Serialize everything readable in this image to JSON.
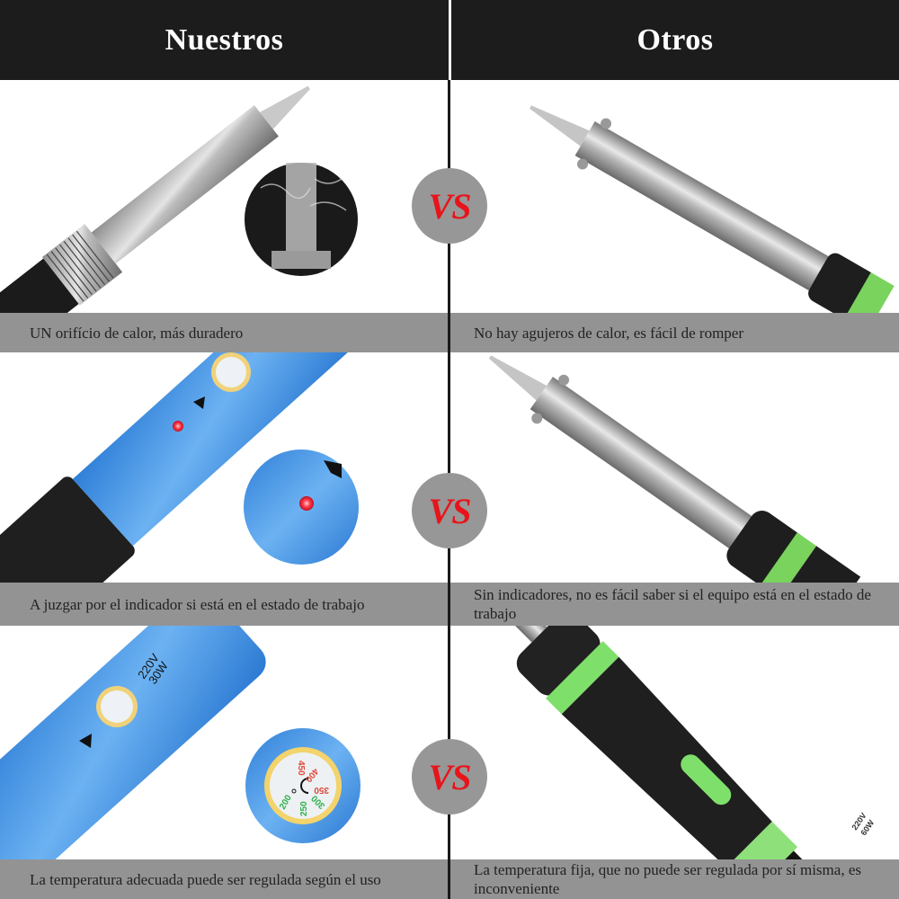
{
  "header": {
    "left_title": "Nuestros",
    "right_title": "Otros"
  },
  "vs_label": "VS",
  "colors": {
    "header_bg": "#1c1c1c",
    "caption_bg": "#939393",
    "vs_circle": "#979797",
    "vs_text": "#e8141a",
    "ours_handle_blue": "#3a8be0",
    "others_accent_green": "#7ee06a"
  },
  "rows": [
    {
      "ours_caption": "UN orifício de calor, más duradero",
      "others_caption": "No hay agujeros de calor, es fácil de romper"
    },
    {
      "ours_caption": "A juzgar por el indicador si está en el estado de trabajo",
      "others_caption": "Sin indicadores, no es fácil saber si el equipo está en el estado de trabajo"
    },
    {
      "ours_caption": "La temperatura adecuada puede ser regulada según el uso",
      "others_caption": "La temperatura fija, que no puede ser regulada por sí misma, es inconveniente"
    }
  ],
  "product_labels": {
    "ours_rating_line1": "220V",
    "ours_rating_line2": "30W",
    "others_rating_line1": "220V",
    "others_rating_line2": "60W",
    "dial_values": [
      "200",
      "250",
      "300",
      "350",
      "400",
      "450"
    ]
  }
}
